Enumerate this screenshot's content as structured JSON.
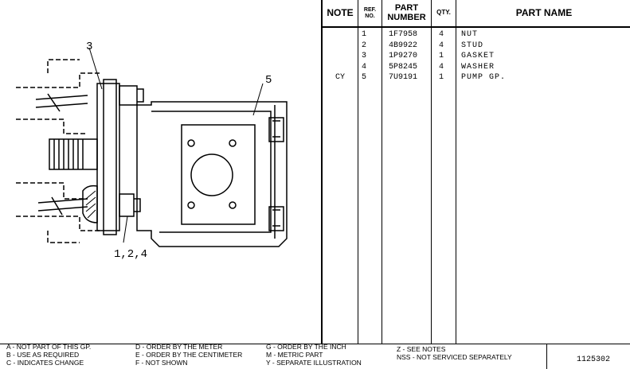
{
  "illustration": {
    "callouts": [
      "3",
      "5",
      "1,2,4"
    ]
  },
  "table": {
    "headers": {
      "note": "NOTE",
      "ref_line1": "REF.",
      "ref_line2": "NO.",
      "part_line1": "PART",
      "part_line2": "NUMBER",
      "qty": "QTY.",
      "name": "PART NAME"
    },
    "rows": [
      {
        "note": "",
        "ref": "1",
        "part": "1F7958",
        "qty": "4",
        "name": "NUT"
      },
      {
        "note": "",
        "ref": "2",
        "part": "4B9922",
        "qty": "4",
        "name": "STUD"
      },
      {
        "note": "",
        "ref": "3",
        "part": "1P9270",
        "qty": "1",
        "name": "GASKET"
      },
      {
        "note": "",
        "ref": "4",
        "part": "5P8245",
        "qty": "4",
        "name": "WASHER"
      },
      {
        "note": "CY",
        "ref": "5",
        "part": "7U9191",
        "qty": "1",
        "name": "PUMP GP."
      }
    ]
  },
  "legend": {
    "col1": [
      "A - NOT PART OF THIS GP.",
      "B - USE AS REQUIRED",
      "C - INDICATES CHANGE"
    ],
    "col2": [
      "D - ORDER BY THE METER",
      "E - ORDER BY THE CENTIMETER",
      "F - NOT SHOWN"
    ],
    "col3": [
      "G - ORDER BY THE INCH",
      "M - METRIC PART",
      "Y - SEPARATE ILLUSTRATION"
    ],
    "col4": [
      "Z - SEE NOTES",
      "NSS - NOT SERVICED SEPARATELY"
    ]
  },
  "illustration_number": "1125302"
}
